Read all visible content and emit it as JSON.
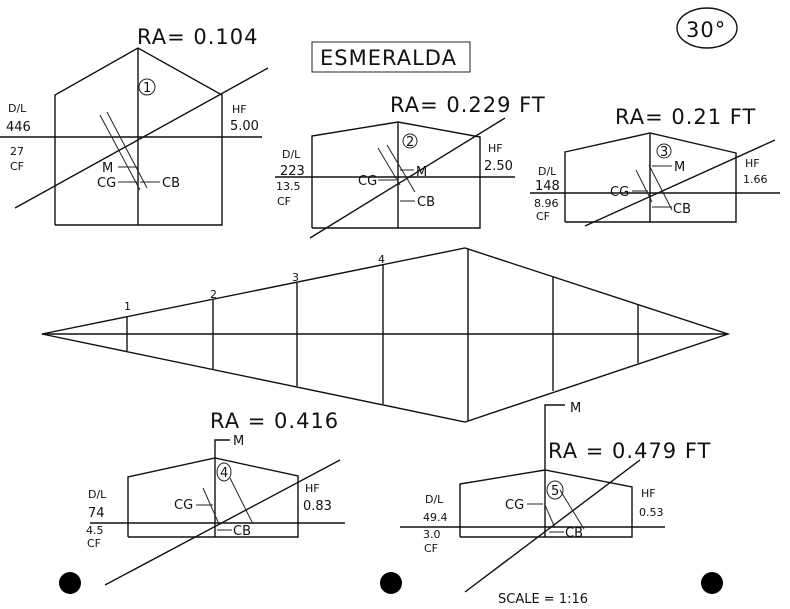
{
  "title": "ESMERALDA",
  "heel_angle": "30°",
  "scale": "SCALE = 1:16",
  "sections": [
    {
      "number": "1",
      "ra": "RA= 0.104",
      "dl_label": "D/L",
      "dl": "446",
      "cf_value": "27",
      "cf_label": "CF",
      "hf_label": "HF",
      "hf": "5.00",
      "m": "M",
      "cg": "CG",
      "cb": "CB"
    },
    {
      "number": "2",
      "ra": "RA= 0.229 FT",
      "dl_label": "D/L",
      "dl": "223",
      "cf_value": "13.5",
      "cf_label": "CF",
      "hf_label": "HF",
      "hf": "2.50",
      "m": "M",
      "cg": "CG",
      "cb": "CB"
    },
    {
      "number": "3",
      "ra": "RA= 0.21 FT",
      "dl_label": "D/L",
      "dl": "148",
      "cf_value": "8.96",
      "cf_label": "CF",
      "hf_label": "HF",
      "hf": "1.66",
      "m": "M",
      "cg": "CG",
      "cb": "CB"
    },
    {
      "number": "4",
      "ra": "RA = 0.416",
      "dl_label": "D/L",
      "dl": "74",
      "cf_value": "4.5",
      "cf_label": "CF",
      "hf_label": "HF",
      "hf": "0.83",
      "m": "M",
      "cg": "CG",
      "cb": "CB"
    },
    {
      "number": "5",
      "ra": "RA = 0.479 FT",
      "dl_label": "D/L",
      "dl": "49.4",
      "cf_value": "3.0",
      "cf_label": "CF",
      "hf_label": "HF",
      "hf": "0.53",
      "m": "M",
      "cg": "CG",
      "cb": "CB"
    }
  ],
  "plan_stations": [
    "1",
    "2",
    "3",
    "4"
  ]
}
